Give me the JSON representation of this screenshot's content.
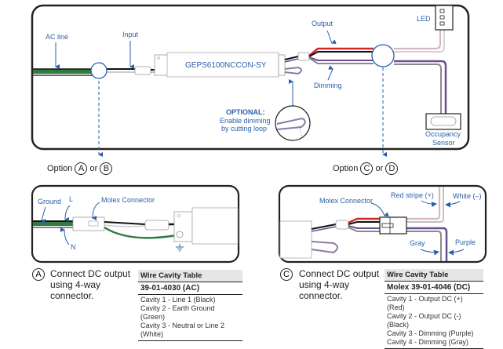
{
  "top_diagram": {
    "driver_label": "GEPS6100NCCON-SY",
    "labels": {
      "ac_line": "AC line",
      "input": "Input",
      "output": "Output",
      "dimming": "Dimming",
      "led": "LED",
      "occupancy_sensor_line1": "Occupancy",
      "occupancy_sensor_line2": "Sensor",
      "optional_title": "OPTIONAL:",
      "optional_line1": "Enable dimming",
      "optional_line2": "by cutting loop"
    }
  },
  "options": {
    "left": {
      "prefix": "Option",
      "a": "A",
      "or": "or",
      "b": "B"
    },
    "right": {
      "prefix": "Option",
      "a": "C",
      "or": "or",
      "b": "D"
    }
  },
  "panel_a": {
    "labels": {
      "ground": "Ground",
      "l": "L",
      "n": "N",
      "molex": "Molex Connector"
    },
    "caption_letter": "A",
    "caption_line1": "Connect DC output",
    "caption_line2": "using 4-way",
    "caption_line3": "connector.",
    "table": {
      "title": "Wire Cavity Table",
      "part": "39-01-4030 (AC)",
      "rows": [
        "Cavity 1 - Line 1 (Black)",
        "Cavity 2 - Earth Ground (Green)",
        "Cavity 3 - Neutral or Line 2 (White)"
      ]
    }
  },
  "panel_c": {
    "labels": {
      "molex": "Molex Connector",
      "red_stripe": "Red stripe (+)",
      "white": "White (–)",
      "gray": "Gray",
      "purple": "Purple"
    },
    "caption_letter": "C",
    "caption_line1": "Connect DC output",
    "caption_line2": "using 4-way",
    "caption_line3": "connector.",
    "table": {
      "title": "Wire Cavity Table",
      "part": "Molex 39-01-4046 (DC)",
      "rows": [
        "Cavity 1 - Output DC (+) (Red)",
        "Cavity 2 - Output DC (-) (Black)",
        "Cavity 3 - Dimming (Purple)",
        "Cavity 4 - Dimming (Gray)"
      ]
    }
  },
  "colors": {
    "label_blue": "#2a5ea8",
    "wire_green": "#2e7d3e",
    "wire_red": "#d0282e",
    "wire_purple": "#6b4f8e",
    "wire_gray": "#8a8a8a",
    "wire_pink": "#d8b8c0"
  }
}
